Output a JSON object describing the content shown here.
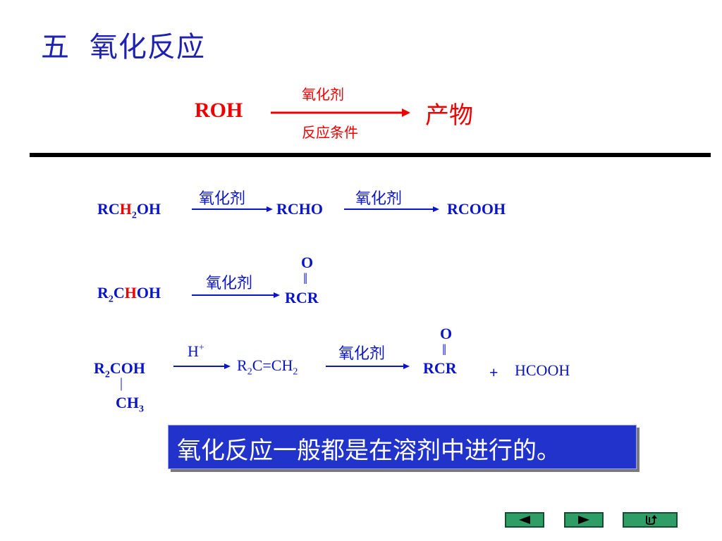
{
  "title": {
    "number": "五",
    "text": "氧化反应"
  },
  "general_reaction": {
    "reactant": "ROH",
    "reagent": "氧化剂",
    "condition": "反应条件",
    "product": "产物"
  },
  "reaction1": {
    "reactant_a": "RC",
    "reactant_h": "H",
    "reactant_sub": "2",
    "reactant_b": "OH",
    "reagent1": "氧化剂",
    "intermediate": "RCHO",
    "reagent2": "氧化剂",
    "product": "RCOOH"
  },
  "reaction2": {
    "reactant_a": "R",
    "reactant_sub": "2",
    "reactant_c": "C",
    "reactant_h": "H",
    "reactant_b": "OH",
    "reagent": "氧化剂",
    "product_o": "O",
    "product_bond": "‖",
    "product": "RCR"
  },
  "reaction3": {
    "reactant_a": "R",
    "reactant_sub": "2",
    "reactant_b": "COH",
    "reactant_bond": "|",
    "reactant_ch": "CH",
    "reactant_ch_sub": "3",
    "catalyst": "H",
    "catalyst_sup": "+",
    "intermediate_a": "R",
    "intermediate_sub1": "2",
    "intermediate_b": "C=CH",
    "intermediate_sub2": "2",
    "reagent": "氧化剂",
    "product_o": "O",
    "product_bond": "‖",
    "product": "RCR",
    "plus": "+",
    "product2": "HCOOH"
  },
  "callout": "氧化反应一般都是在溶剂中进行的。",
  "nav": {
    "prev": "previous-slide",
    "next": "next-slide",
    "return": "return"
  },
  "colors": {
    "title": "#1f22b0",
    "red": "#ee0000",
    "blue": "#0b15c8",
    "callout_bg": "#2233cc",
    "nav_bg": "#2e9e66"
  }
}
